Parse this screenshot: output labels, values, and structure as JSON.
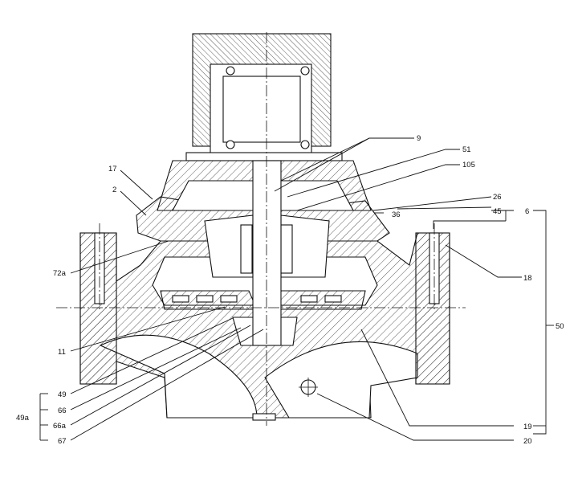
{
  "figure": {
    "description_labels": [
      {
        "id": "p9",
        "text": "9"
      },
      {
        "id": "p51",
        "text": "51"
      },
      {
        "id": "p105",
        "text": "105"
      },
      {
        "id": "p17",
        "text": "17"
      },
      {
        "id": "p2",
        "text": "2"
      },
      {
        "id": "p26",
        "text": "26"
      },
      {
        "id": "p36",
        "text": "36"
      },
      {
        "id": "p45",
        "text": "45"
      },
      {
        "id": "p6",
        "text": "6"
      },
      {
        "id": "p72a",
        "text": "72a"
      },
      {
        "id": "p18",
        "text": "18"
      },
      {
        "id": "p50",
        "text": "50"
      },
      {
        "id": "p11",
        "text": "11"
      },
      {
        "id": "p49",
        "text": "49"
      },
      {
        "id": "p66",
        "text": "66"
      },
      {
        "id": "p49a",
        "text": "49a"
      },
      {
        "id": "p66a",
        "text": "66a"
      },
      {
        "id": "p67",
        "text": "67"
      },
      {
        "id": "p19",
        "text": "19"
      },
      {
        "id": "p20",
        "text": "20"
      }
    ]
  }
}
